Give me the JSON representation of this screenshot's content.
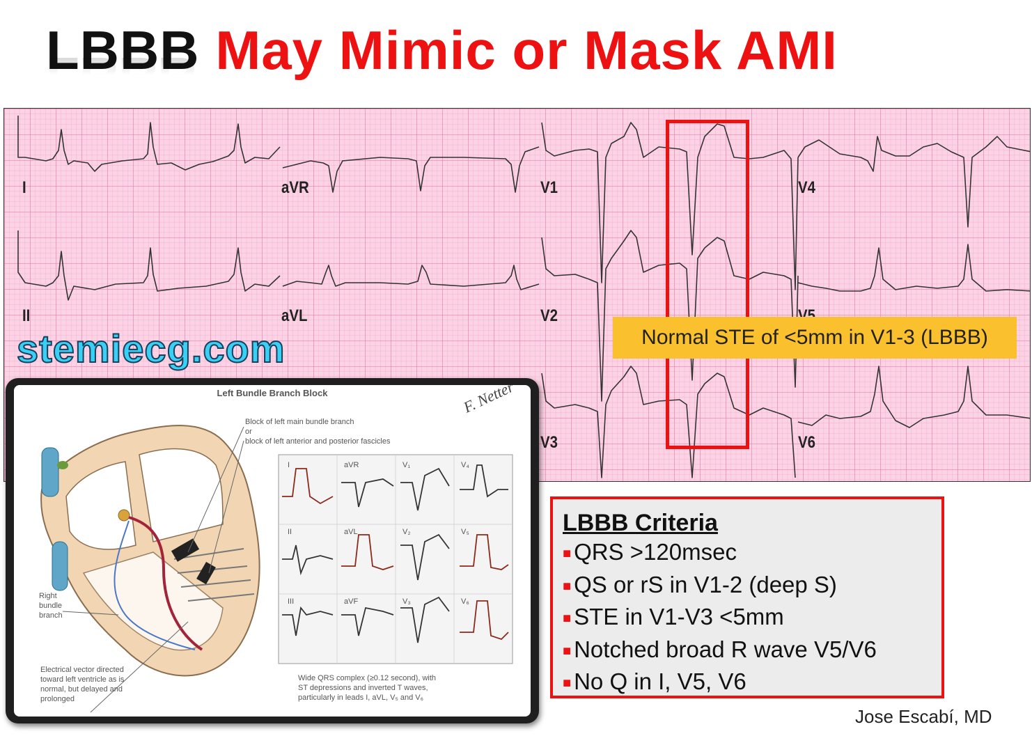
{
  "title": {
    "part1": "LBBB",
    "part2": "May Mimic or Mask AMI"
  },
  "ecg": {
    "leads": [
      "I",
      "aVR",
      "V1",
      "V4",
      "II",
      "aVL",
      "V2",
      "V5",
      "V3",
      "V6"
    ],
    "callout": "Normal STE of <5mm in V1-3 (LBBB)"
  },
  "watermark": "stemiecg.com",
  "illustration": {
    "title": "Left Bundle Branch Block",
    "block_text_1": "Block of left main bundle branch",
    "block_text_2": "or",
    "block_text_3": "block of left anterior and posterior fascicles",
    "rbb_1": "Right",
    "rbb_2": "bundle",
    "rbb_3": "branch",
    "vector_1": "Electrical vector directed",
    "vector_2": "toward left ventricle as is",
    "vector_3": "normal, but delayed and",
    "vector_4": "prolonged",
    "qrs_1": "Wide QRS complex (≥0.12 second), with",
    "qrs_2": "ST depressions and inverted T waves,",
    "qrs_3": "particularly in leads I, aVL, V₅ and V₆",
    "mini_leads": [
      "I",
      "aVR",
      "V₁",
      "V₄",
      "II",
      "aVL",
      "V₂",
      "V₅",
      "III",
      "aVF",
      "V₃",
      "V₆"
    ]
  },
  "criteria": {
    "title": "LBBB Criteria",
    "items": [
      "QRS >120msec",
      "QS or rS in V1-2 (deep S)",
      "STE in V1-V3 <5mm",
      "Notched broad R wave V5/V6",
      "No Q in I, V5, V6"
    ]
  },
  "author": "Jose Escabí, MD",
  "colors": {
    "title_red": "#ee1111",
    "ecg_paper": "#fbd3e4",
    "grid": "#f08cb8",
    "callout_bg": "#fbc02d",
    "highlight": "#ee1111",
    "watermark": "#3ad0f5"
  }
}
